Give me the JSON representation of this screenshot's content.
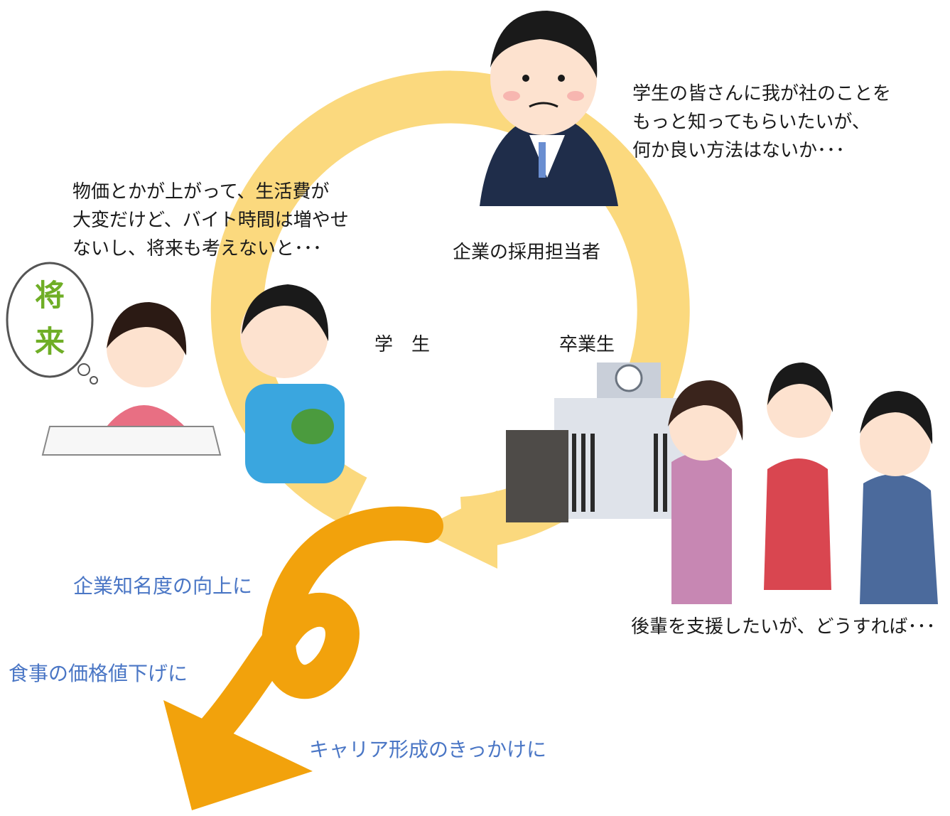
{
  "roles": {
    "recruiter": "企業の採用担当者",
    "student": "学　生",
    "alumni": "卒業生"
  },
  "speech": {
    "recruiter": [
      "学生の皆さんに我が社のことを",
      "もっと知ってもらいたいが、",
      "何か良い方法はないか･･･"
    ],
    "student": [
      "物価とかが上がって、生活費が",
      "大変だけど、バイト時間は増やせ",
      "ないし、将来も考えないと･･･"
    ],
    "alumni": "後輩を支援したいが、どうすれば･･･"
  },
  "thought_bubble": [
    "将",
    "来"
  ],
  "benefits": [
    "企業知名度の向上に",
    "食事の価格値下げに",
    "キャリア形成のきっかけに"
  ],
  "colors": {
    "cycle_arrow": "#fbd97e",
    "big_arrow": "#f2a20c",
    "benefit_text": "#4a76c5",
    "thought_text": "#6fae26"
  }
}
